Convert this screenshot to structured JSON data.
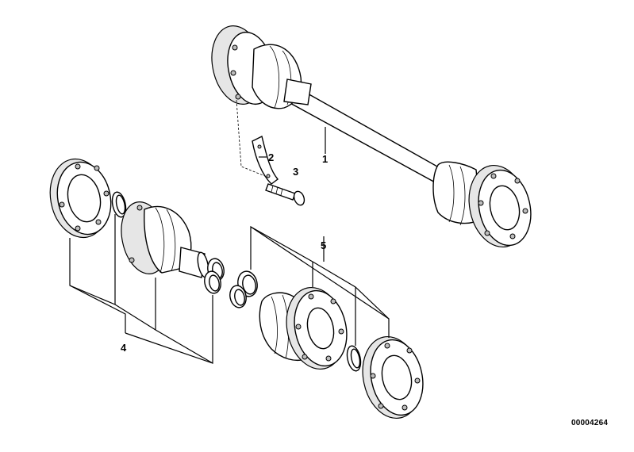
{
  "diagram": {
    "callouts": [
      {
        "id": "c1",
        "text": "1"
      },
      {
        "id": "c2",
        "text": "2"
      },
      {
        "id": "c3",
        "text": "3"
      },
      {
        "id": "c4",
        "text": "4"
      },
      {
        "id": "c5",
        "text": "5"
      }
    ],
    "doc_number": "00004264"
  }
}
